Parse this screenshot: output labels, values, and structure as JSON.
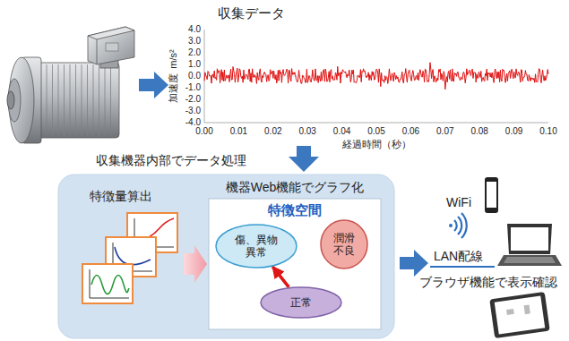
{
  "diagram": {
    "nodes": [
      {
        "text": [
          "収集機器内部でデータ処理"
        ]
      },
      {
        "text": [
          "機器Web機能でグラフ化",
          "特徴空間"
        ],
        "in": 0
      },
      {
        "text": [
          "傷、異物 異常"
        ],
        "in": 1
      },
      {
        "text": [
          "潤滑 不良"
        ],
        "in": 1
      },
      {
        "text": [
          "正常"
        ],
        "in": 1
      }
    ],
    "edges": [
      {
        "from": 4,
        "to": 2,
        "arrow": "to"
      }
    ],
    "labels": [
      "収集データ",
      "4.0",
      "3.0",
      "2.0",
      "1.0",
      "0.0",
      "-1.0",
      "-2.0",
      "-3.0",
      "-4.0",
      "加速度",
      "m/s²",
      "0.00",
      "0.01",
      "0.02",
      "0.03",
      "0.04",
      "0.05",
      "0.06",
      "0.07",
      "0.08",
      "0.09",
      "0.10",
      "経過時間（秒）",
      "特徴量算出",
      "WiFi",
      "LAN配線",
      "ブラウザ機能で表示確認"
    ]
  }
}
